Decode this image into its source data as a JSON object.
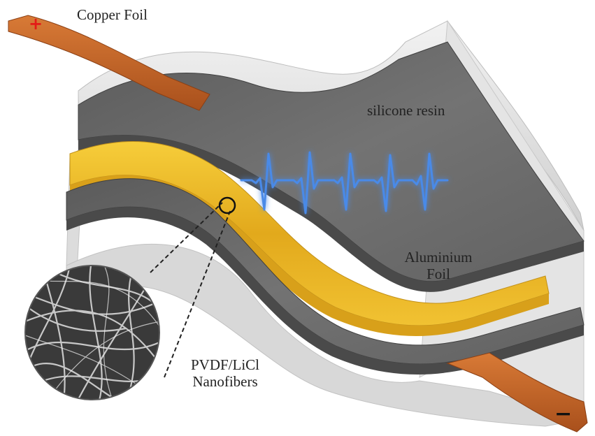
{
  "labels": {
    "copper_foil": "Copper Foil",
    "silicone_resin": "silicone resin",
    "aluminium_line1": "Aluminium",
    "aluminium_line2": "Foil",
    "pvdf_line1": "PVDF/LiCl",
    "pvdf_line2": "Nanofibers"
  },
  "terminals": {
    "positive": "+",
    "negative": "−"
  },
  "colors": {
    "copper": "#c2662a",
    "aluminium": "#6e6e6e",
    "nanofiber_layer": "#e8b424",
    "silicone": "#e6e6e6",
    "signal": "#4a8ae8",
    "positive": "#e41b17",
    "negative": "#111111"
  },
  "icons": {
    "signal": "voltage-signal-waveform",
    "sem": "sem-micrograph-nanofibers",
    "magnifier": "zoom-circle"
  }
}
